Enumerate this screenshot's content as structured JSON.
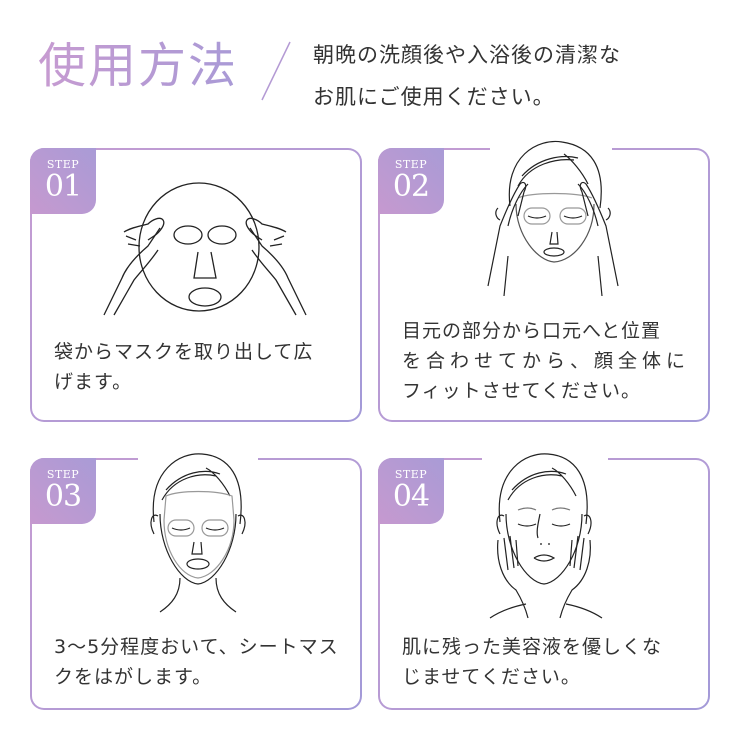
{
  "header": {
    "title": "使用方法",
    "intro_line1": "朝晩の洗顔後や入浴後の清潔な",
    "intro_line2": "お肌にご使用ください。"
  },
  "colors": {
    "accent_start": "#c69cd2",
    "accent_end": "#a39ad8",
    "text": "#333333"
  },
  "steps": [
    {
      "label": "STEP",
      "number": "01",
      "illustration": "mask-held-by-hands-icon",
      "lines": [
        "袋からマスクを取り出して広",
        "げます。"
      ]
    },
    {
      "label": "STEP",
      "number": "02",
      "illustration": "face-applying-mask-icon",
      "lines": [
        "目元の部分から口元へと位置",
        "を合わせてから、顔全体に",
        "フィットさせてください。"
      ]
    },
    {
      "label": "STEP",
      "number": "03",
      "illustration": "face-wearing-mask-icon",
      "lines": [
        "3〜5分程度おいて、シートマス",
        "クをはがします。"
      ]
    },
    {
      "label": "STEP",
      "number": "04",
      "illustration": "face-hands-on-cheeks-icon",
      "lines": [
        "肌に残った美容液を優しくな",
        "じませてください。"
      ]
    }
  ]
}
